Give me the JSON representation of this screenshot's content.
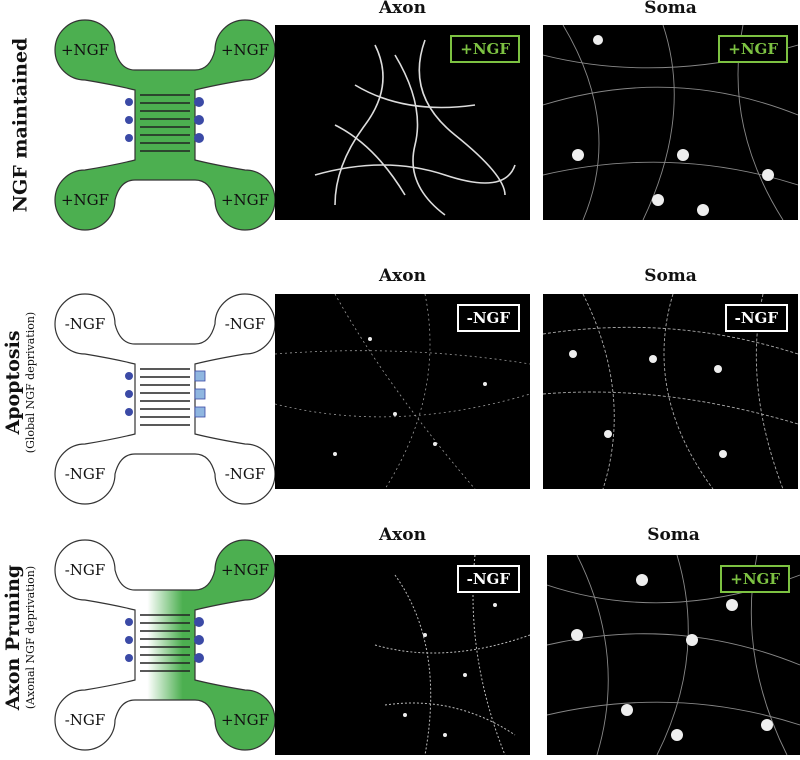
{
  "columns": {
    "axon": "Axon",
    "soma": "Soma"
  },
  "rows": [
    {
      "title": "NGF maintained",
      "subtitle": "",
      "wells": {
        "top_left": "+NGF",
        "top_right": "+NGF",
        "bottom_left": "+NGF",
        "bottom_right": "+NGF"
      },
      "axon_badge": "+NGF",
      "soma_badge": "+NGF"
    },
    {
      "title": "Apoptosis",
      "subtitle": "(Global NGF deprivation)",
      "wells": {
        "top_left": "-NGF",
        "top_right": "-NGF",
        "bottom_left": "-NGF",
        "bottom_right": "-NGF"
      },
      "axon_badge": "-NGF",
      "soma_badge": "-NGF"
    },
    {
      "title": "Axon Pruning",
      "subtitle": "(Axonal NGF deprivation)",
      "wells": {
        "top_left": "-NGF",
        "top_right": "+NGF",
        "bottom_left": "-NGF",
        "bottom_right": "+NGF"
      },
      "axon_badge": "-NGF",
      "soma_badge": "+NGF"
    }
  ],
  "colors": {
    "ngf_green": "#4caf50",
    "badge_green": "#7dc242",
    "neuron_blue": "#3b4aa6"
  }
}
